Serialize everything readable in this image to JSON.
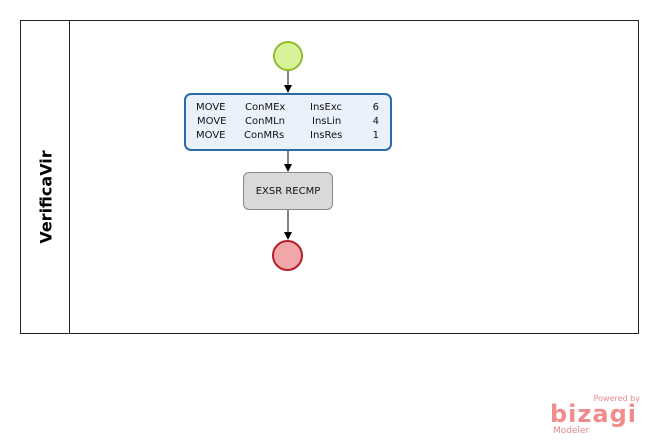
{
  "pool": {
    "label": "VerificaVir"
  },
  "task_move": {
    "rows": [
      {
        "cmd": "MOVE",
        "src": "ConMEx",
        "dst": "InsExc",
        "num": "6"
      },
      {
        "cmd": "MOVE",
        "src": "ConMLn",
        "dst": "InsLin",
        "num": "4"
      },
      {
        "cmd": "MOVE",
        "src": "ConMRs",
        "dst": "InsRes",
        "num": "1"
      }
    ]
  },
  "task_exsr": {
    "label": "EXSR RECMP"
  },
  "brand": {
    "powered": "Powered by",
    "name": "bizagi",
    "product": "Modeler"
  }
}
